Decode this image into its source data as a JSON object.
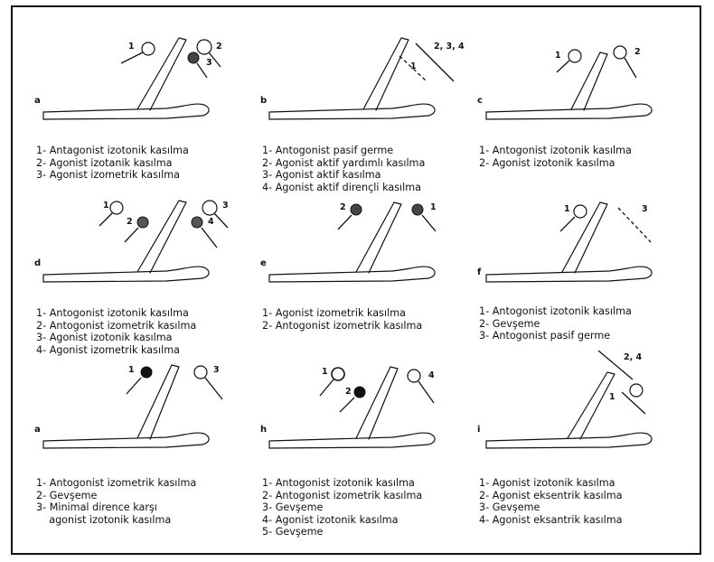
{
  "panels": [
    {
      "letter": "a",
      "marks": [
        "1",
        "2",
        "3"
      ],
      "captions": [
        "1- Antagonist izotonik kasılma",
        "2- Agonist izotanik kasılma",
        "3- Agonist izometrik kasılma"
      ]
    },
    {
      "letter": "b",
      "marks": [
        "2, 3, 4",
        "1"
      ],
      "captions": [
        "1- Antogonist pasif germe",
        "2- Agonist aktif yardımlı kasılma",
        "3- Agonist aktif kasılma",
        "4- Agonist aktif dirençli kasılma"
      ]
    },
    {
      "letter": "c",
      "marks": [
        "1",
        "2"
      ],
      "captions": [
        "1- Antogonist izotonik kasılma",
        "2- Agonist izotonik kasılma"
      ]
    },
    {
      "letter": "d",
      "marks": [
        "1",
        "2",
        "3",
        "4"
      ],
      "captions": [
        "1- Antogonist izotonik kasılma",
        "2- Antogonist izometrik kasılma",
        "3- Agonist izotonik kasılma",
        "4- Agonist izometrik kasılma"
      ]
    },
    {
      "letter": "e",
      "marks": [
        "2",
        "1"
      ],
      "captions": [
        "1- Agonist izometrik kasılma",
        "2- Antogonist izometrik kasılma"
      ]
    },
    {
      "letter": "f",
      "marks": [
        "1",
        "3"
      ],
      "captions": [
        "1- Antogonist izotonik kasılma",
        "2- Gevşeme",
        "3- Antogonist pasif germe"
      ]
    },
    {
      "letter": "a",
      "marks": [
        "1",
        "3"
      ],
      "captions": [
        "1- Antogonist izometrik kasılma",
        "2- Gevşeme",
        "3- Minimal dirence karşı",
        "    agonist izotonik kasılma"
      ]
    },
    {
      "letter": "h",
      "marks": [
        "1",
        "2",
        "4"
      ],
      "captions": [
        "1- Antogonist izotonik kasılma",
        "2- Antogonist izometrik kasılma",
        "3- Gevşeme",
        "4- Agonist izotonik kasılma",
        "5- Gevşeme"
      ]
    },
    {
      "letter": "i",
      "marks": [
        "2, 4",
        "1"
      ],
      "captions": [
        "1- Agonist izotonik kasılma",
        "2- Agonist eksentrik kasılma",
        "3- Gevşeme",
        "4- Agonist eksantrik kasılma"
      ]
    }
  ]
}
